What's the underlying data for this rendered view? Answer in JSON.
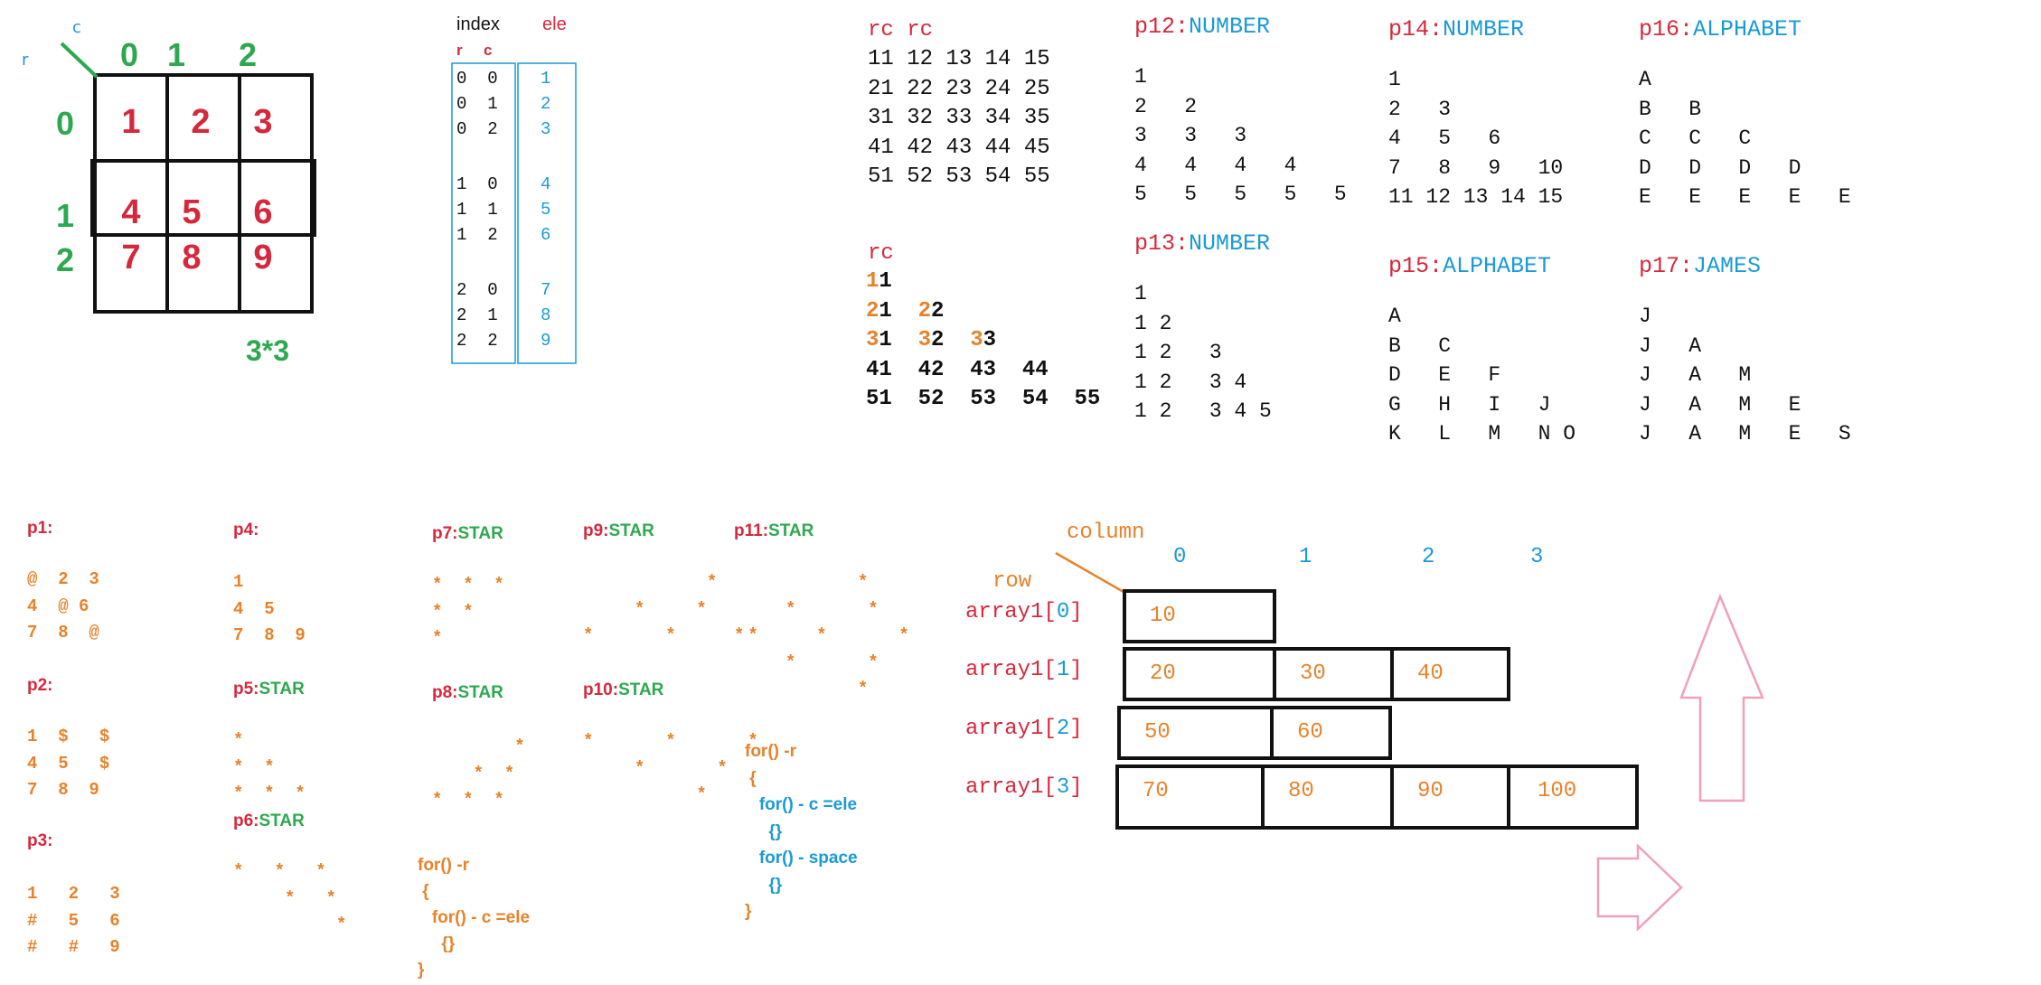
{
  "matrix_grid": {
    "r_label": "r",
    "c_label": "c",
    "col_headers": [
      "0",
      "1",
      "2"
    ],
    "row_headers": [
      "0",
      "1",
      "2"
    ],
    "cells": [
      [
        "1",
        "2",
        "3"
      ],
      [
        "4",
        "5",
        "6"
      ],
      [
        "7",
        "8",
        "9"
      ]
    ],
    "size_label": "3*3"
  },
  "index_table": {
    "index_label": "index",
    "ele_label": "ele",
    "r_label": "r",
    "c_label": "c",
    "index_rows": [
      "0  0",
      "0  1",
      "0  2",
      "1  0",
      "1  1",
      "1  2",
      "2  0",
      "2  1",
      "2  2"
    ],
    "ele_values": [
      "1",
      "2",
      "3",
      "4",
      "5",
      "6",
      "7",
      "8",
      "9"
    ]
  },
  "rc_full": {
    "header": "rc rc",
    "rows": [
      "11 12 13 14 15",
      "21 22 23 24 25",
      "31 32 33 34 35",
      "41 42 43 44 45",
      "51 52 53 54 55"
    ]
  },
  "rc_triangle": {
    "header": "rc",
    "rows": [
      "11",
      "21  22",
      "31  32  33",
      "41  42  43  44",
      "51  52  53  54  55"
    ]
  },
  "number_patterns": [
    {
      "id": "p12:",
      "type": "NUMBER",
      "rows": [
        "1",
        "2   2",
        "3   3   3",
        "4   4   4   4",
        "5   5   5   5   5"
      ]
    },
    {
      "id": "p13:",
      "type": "NUMBER",
      "rows": [
        "1",
        "1 2",
        "1 2   3",
        "1 2   3 4",
        "1 2   3 4 5"
      ]
    },
    {
      "id": "p14:",
      "type": "NUMBER",
      "rows": [
        "1",
        "2   3",
        "4   5   6",
        "7   8   9   10",
        "11 12 13 14 15"
      ]
    },
    {
      "id": "p15:",
      "type": "ALPHABET",
      "rows": [
        "A",
        "B   C",
        "D   E   F",
        "G   H   I   J",
        "K   L   M   N O"
      ]
    },
    {
      "id": "p16:",
      "type": "ALPHABET",
      "rows": [
        "A",
        "B   B",
        "C   C   C",
        "D   D   D   D",
        "E   E   E   E   E"
      ]
    },
    {
      "id": "p17:",
      "type": "JAMES",
      "rows": [
        "J",
        "J   A",
        "J   A   M",
        "J   A   M   E",
        "J   A   M   E   S"
      ]
    }
  ],
  "small_patterns": [
    {
      "id": "p1:",
      "rows": [
        "@  2  3",
        "4  @ 6",
        "7  8  @"
      ]
    },
    {
      "id": "p2:",
      "rows": [
        "1  $   $",
        "4  5   $",
        "7  8  9"
      ]
    },
    {
      "id": "p3:",
      "rows": [
        "1   2   3",
        "#   5   6",
        "#   #   9"
      ]
    },
    {
      "id": "p4:",
      "rows": [
        "1",
        "4  5",
        "7  8  9"
      ]
    },
    {
      "id": "p5:",
      "type": "STAR",
      "rows": [
        "*",
        "*  *",
        "*  *  *"
      ]
    },
    {
      "id": "p6:",
      "type": "STAR",
      "rows": [
        "*   *   *",
        "     *   *",
        "          *"
      ]
    },
    {
      "id": "p7:",
      "type": "STAR",
      "rows": [
        "*  *  *",
        "*  *",
        "*"
      ]
    },
    {
      "id": "p8:",
      "type": "STAR",
      "rows": [
        "        *",
        "    *  *",
        "*  *  *"
      ]
    },
    {
      "id": "p9:",
      "type": "STAR",
      "rows": [
        "            *",
        "     *     *",
        "*       *       *"
      ]
    },
    {
      "id": "p10:",
      "type": "STAR",
      "rows": [
        "*       *       *",
        "     *       *",
        "           *"
      ]
    },
    {
      "id": "p11:",
      "type": "STAR",
      "rows": [
        "            *",
        "     *       *",
        "*       *       *",
        "     *       *",
        "            *"
      ]
    }
  ],
  "code_a": {
    "lines": [
      "for() -r",
      " {",
      "   for() - c =ele",
      "     {}",
      "}"
    ]
  },
  "code_b": {
    "lines": [
      {
        "text": "for() -r",
        "color": "orange"
      },
      {
        "text": " {",
        "color": "orange"
      },
      {
        "text": "   for() - c =ele",
        "color": "blue"
      },
      {
        "text": "     {}",
        "color": "blue"
      },
      {
        "text": "   for() - space",
        "color": "blue"
      },
      {
        "text": "     {}",
        "color": "blue"
      },
      {
        "text": "}",
        "color": "orange"
      }
    ]
  },
  "jagged_array": {
    "column_label": "column",
    "row_label": "row",
    "col_indices": [
      "0",
      "1",
      "2",
      "3"
    ],
    "row_labels": [
      "array1[",
      "array1[",
      "array1[",
      "array1["
    ],
    "row_indices": [
      "0",
      "1",
      "2",
      "3"
    ],
    "row_suffix": "]",
    "rows": [
      [
        "10"
      ],
      [
        "20",
        "30",
        "40"
      ],
      [
        "50",
        "60"
      ],
      [
        "70",
        "80",
        "90",
        "100"
      ]
    ]
  },
  "colors": {
    "red": "#d6283c",
    "green": "#2ea84f",
    "blue": "#1a9ad6",
    "orange": "#e8822a",
    "pink": "#f0a0b8"
  }
}
